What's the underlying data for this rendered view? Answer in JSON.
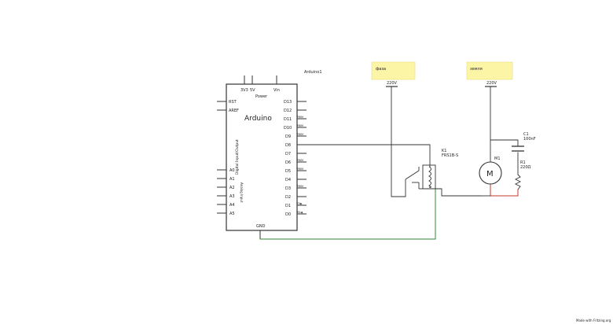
{
  "arduino": {
    "part_label": "Arduino1",
    "title": "Arduino",
    "top_pins": [
      "3V3",
      "5V",
      "Vin"
    ],
    "power_label": "Power",
    "left_pins_top": [
      "RST",
      "AREF"
    ],
    "left_pins_analog": [
      "A0",
      "A1",
      "A2",
      "A3",
      "A4",
      "A5"
    ],
    "analog_label": "Analog Input",
    "digital_label": "Digital Input/Output",
    "right_pins": [
      "D13",
      "D12",
      "D11",
      "D10",
      "D9",
      "D8",
      "D7",
      "D6",
      "D5",
      "D4",
      "D3",
      "D2",
      "D1",
      "D0"
    ],
    "pwm_marker": "PWM",
    "tx_marker": "TX▶",
    "rx_marker": "RX◀",
    "gnd_label": "GND"
  },
  "notes": {
    "phase": "фаза",
    "ground": "земля"
  },
  "supplies": {
    "left_voltage": "220V",
    "right_voltage": "220V"
  },
  "relay": {
    "ref": "K1",
    "model": "FRS1B-S"
  },
  "capacitor": {
    "ref": "C1",
    "value": "100nF"
  },
  "resistor": {
    "ref": "R1",
    "value": "220Ω"
  },
  "motor": {
    "ref": "M1",
    "symbol": "M"
  },
  "footer": {
    "credit": "Made with Fritzing.org"
  },
  "colors": {
    "wire_black": "#333333",
    "wire_red": "#c0392b",
    "wire_green": "#2e8b3a",
    "note_yellow": "#fdf5a6"
  }
}
